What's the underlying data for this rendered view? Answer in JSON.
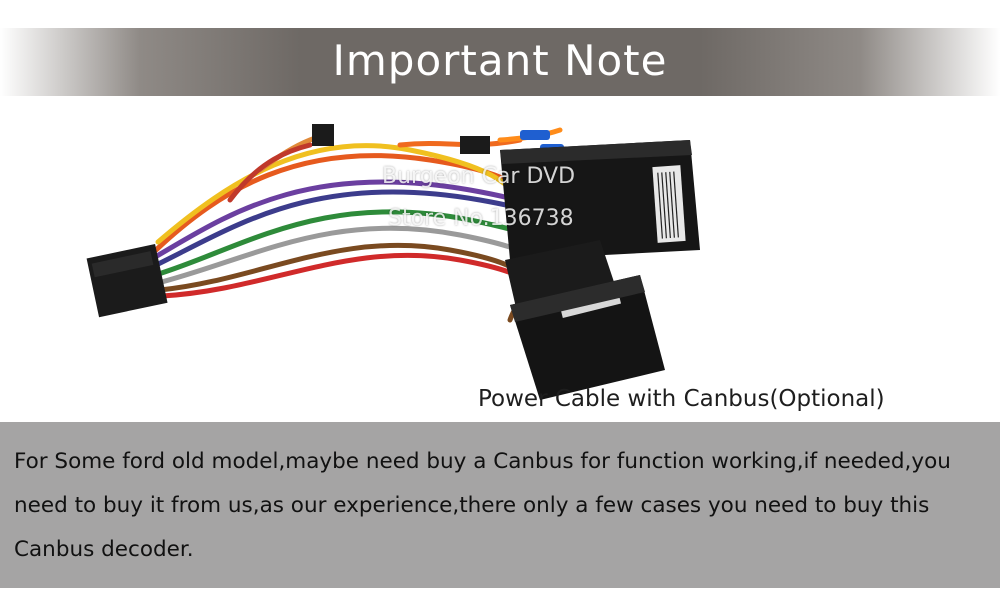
{
  "header": {
    "title": "Important Note"
  },
  "watermark": {
    "line1": "Burgeon Car  DVD",
    "line2": "Store No.136738"
  },
  "caption": "Power Cable with Canbus(Optional)",
  "note": {
    "text": "For Some ford old model,maybe need buy a Canbus for function working,if needed,you need to buy it from us,as our experience,there only a few cases you need to buy this Canbus decoder."
  },
  "colors": {
    "title_bar": "#6e6965",
    "note_panel": "#a5a4a4",
    "title_text": "#ffffff"
  }
}
